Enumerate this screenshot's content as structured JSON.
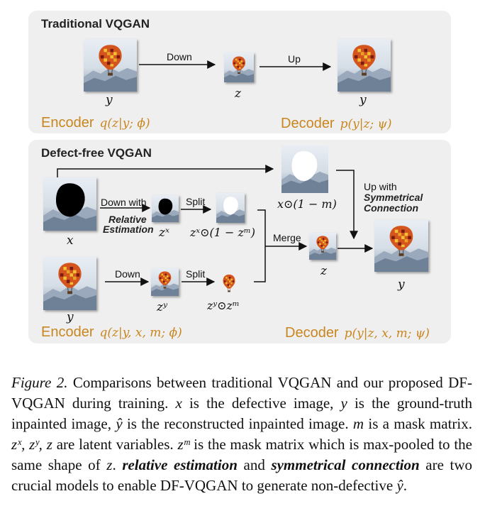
{
  "top_panel": {
    "title": "Traditional VQGAN",
    "down_label": "Down",
    "up_label": "Up",
    "y_in": "y",
    "z": "z",
    "y_out": "y",
    "encoder_label": "Encoder",
    "encoder_formula": "q(z|y; ϕ)",
    "decoder_label": "Decoder",
    "decoder_formula": "p(y|z; ψ)"
  },
  "bottom_panel": {
    "title": "Defect-free VQGAN",
    "down_with_label": "Down with",
    "relative_estimation_1": "Relative",
    "relative_estimation_2": "Estimation",
    "split_label_1": "Split",
    "split_label_2": "Split",
    "down_label": "Down",
    "merge_label": "Merge",
    "up_with_label": "Up with",
    "symmetrical_1": "Symmetrical",
    "symmetrical_2": "Connection",
    "x_label": "x",
    "zx_label": "zˣ",
    "zx_masked_label": "zˣ⊙(1 − zᵐ)",
    "x_masked_label": "x⊙(1 − m)",
    "y_label": "y",
    "zy_label": "zʸ",
    "zy_masked_label": "zʸ⊙zᵐ",
    "z_label": "z",
    "y_out_label": "y",
    "encoder_label": "Encoder",
    "encoder_formula": "q(z|y, x, m; ϕ)",
    "decoder_label": "Decoder",
    "decoder_formula": "p(y|z, x, m; ψ)"
  },
  "caption": {
    "fig_label": "Figure 2.",
    "part1": " Comparisons between traditional VQGAN and our proposed DF-VQGAN during training. ",
    "x": "x",
    "part2": " is the defective image, ",
    "y": "y",
    "part3": " is the ground-truth inpainted image, ",
    "yhat": "ŷ",
    "part4": " is the reconstructed inpainted image. ",
    "m": "m",
    "part5": " is a mask matrix. ",
    "latents": "zˣ, zʸ, z",
    "part6": " are latent variables. ",
    "zm": "zᵐ",
    "part7": " is the mask matrix which is max-pooled to the same shape of ",
    "z": "z",
    "part8": ". ",
    "bold1": "relative estimation",
    "part9": " and ",
    "bold2": "symmetrical connection",
    "part10": " are two crucial models to enable DF-VQGAN to generate non-defective ",
    "yhat2": "ŷ",
    "part11": "."
  },
  "colors": {
    "panel_bg": "#efefef",
    "accent_orange": "#c9861f"
  }
}
